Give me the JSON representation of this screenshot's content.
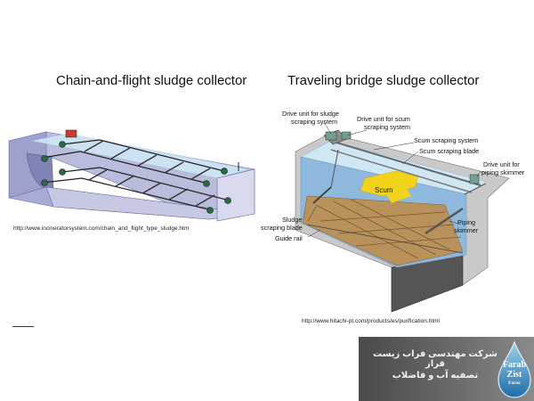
{
  "titles": {
    "left": "Chain-and-flight sludge collector",
    "right": "Traveling bridge sludge collector"
  },
  "urls": {
    "left": "http://www.incineratorsystem.com/chain_and_flight_type_sludge.htm",
    "right": "http://www.hitachi-pt.com/products/es/purification.html"
  },
  "callouts": {
    "drive_sludge_1": "Drive unit for sludge",
    "drive_sludge_2": "scraping system",
    "drive_scum_1": "Drive unit for scum",
    "drive_scum_2": "scraping system",
    "scum_system": "Scum scraping system",
    "scum_blade": "Scum scraping blade",
    "drive_skimmer_1": "Drive unit for",
    "drive_skimmer_2": "piping skimmer",
    "scum": "Scum",
    "sludge_blade_1": "Sludge",
    "sludge_blade_2": "scraping blade",
    "guide_rail": "Guide rail",
    "piping_1": "Piping",
    "piping_2": "skimmer"
  },
  "logo": {
    "line1": "شرکت مهندسی فراب زیست فراز",
    "line2": "تصفیه آب و فاضلاب",
    "drop_line1": "Farab",
    "drop_line2": "Zist",
    "drop_line3": "Faraz"
  },
  "colors": {
    "tank_wall": "#8f92c0",
    "water": "#bcd9ec",
    "sludge_floor": "#b8905a",
    "scum": "#f3d21a",
    "logo_bg": "#5a5a5a"
  }
}
